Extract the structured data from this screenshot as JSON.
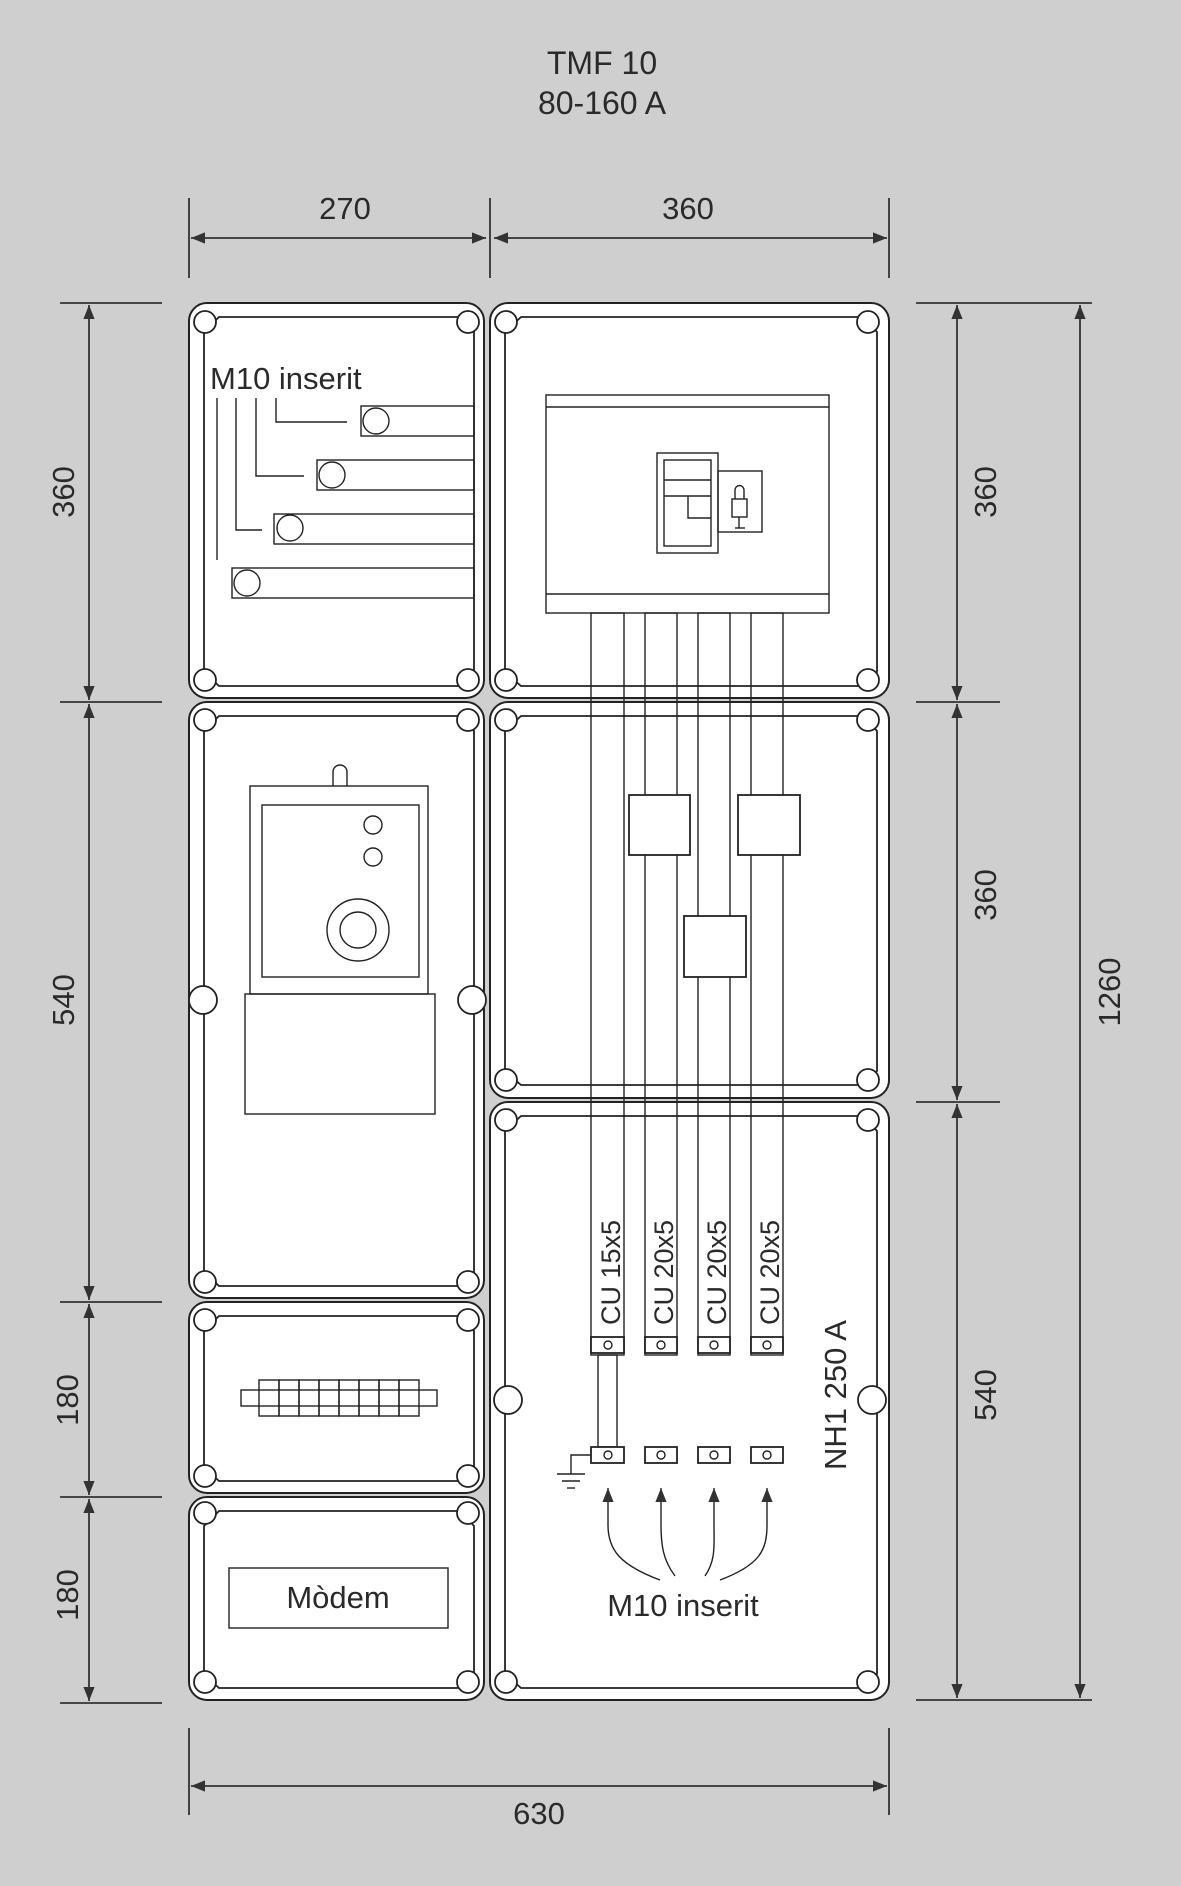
{
  "title": {
    "line1": "TMF 10",
    "line2": "80-160 A"
  },
  "dimensions": {
    "top_left_width": "270",
    "top_right_width": "360",
    "left_h1": "360",
    "left_h2": "540",
    "left_h3": "180",
    "left_h4": "180",
    "right_h1": "360",
    "right_h2": "360",
    "right_h3": "540",
    "total_height": "1260",
    "total_width": "630"
  },
  "labels": {
    "m10_top": "M10 inserit",
    "m10_bottom": "M10 inserit",
    "modem": "Mòdem",
    "nh1": "NH1 250 A"
  },
  "busbars": [
    "CU  15x5",
    "CU  20x5",
    "CU  20x5",
    "CU  20x5"
  ]
}
